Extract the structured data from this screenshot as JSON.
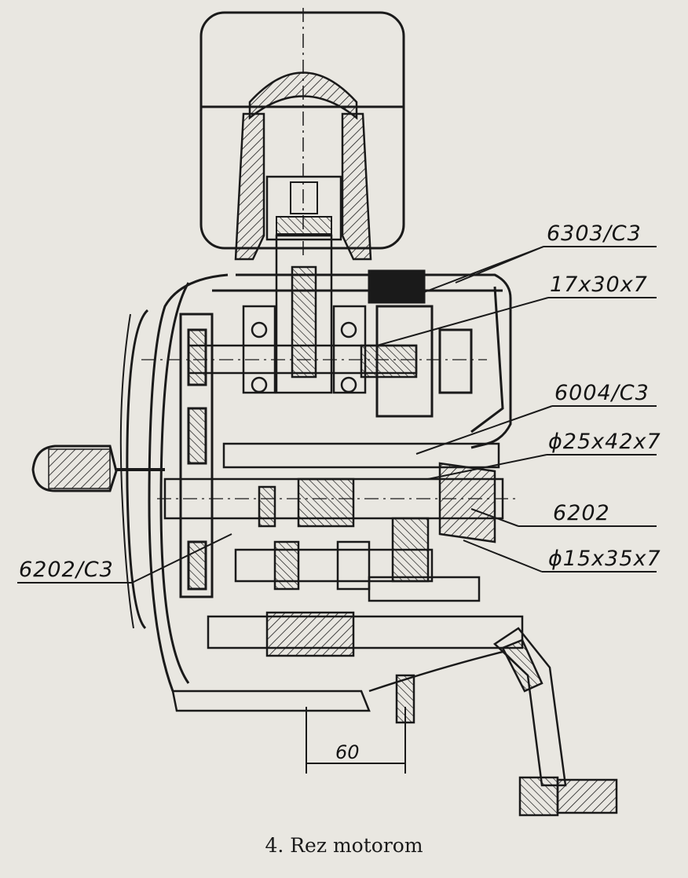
{
  "callouts": {
    "c1": "6303/C3",
    "c2": "17x30x7",
    "c3": "6004/C3",
    "c4": "ϕ25x42x7",
    "c5": "6202",
    "c6": "ϕ15x35x7",
    "c7": "6202/C3"
  },
  "dimension": "60",
  "caption": "4. Rez motorom",
  "colors": {
    "paper": "#e9e7e1",
    "ink": "#1a1a1a"
  }
}
